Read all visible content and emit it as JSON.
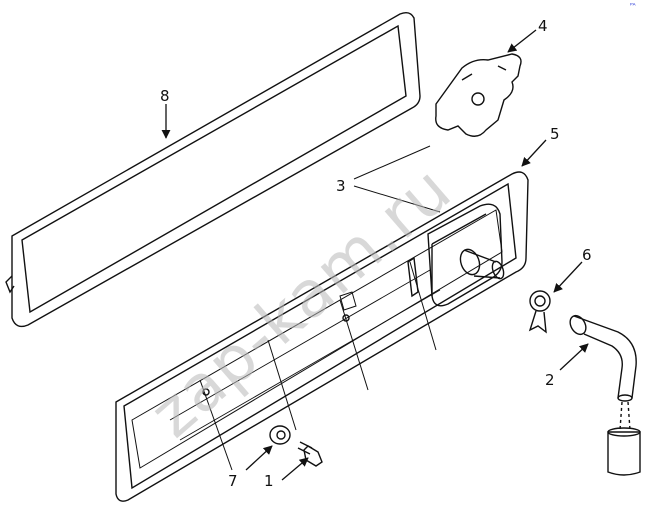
{
  "watermark": "zap-kam.ru",
  "corner_mark": "ᴾᴬ",
  "callouts": [
    {
      "id": "1",
      "label": "1"
    },
    {
      "id": "2",
      "label": "2"
    },
    {
      "id": "3",
      "label": "3"
    },
    {
      "id": "4",
      "label": "4"
    },
    {
      "id": "5",
      "label": "5"
    },
    {
      "id": "6",
      "label": "6"
    },
    {
      "id": "7",
      "label": "7"
    },
    {
      "id": "8",
      "label": "8"
    }
  ]
}
